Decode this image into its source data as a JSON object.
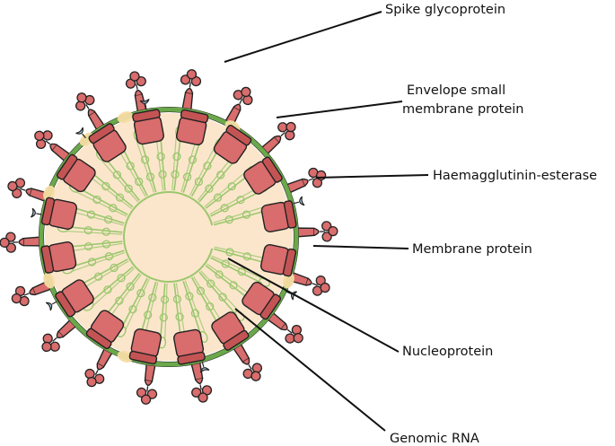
{
  "labels": {
    "spike": "Spike glycoprotein",
    "envelope_line1": "Envelope small",
    "envelope_line2": "membrane protein",
    "he": "Haemagglutinin-esterase",
    "membrane": "Membrane protein",
    "nucleo": "Nucleoprotein",
    "rna": "Genomic RNA"
  },
  "colors": {
    "interior": "#fbe6cc",
    "envelope": "#6aa84a",
    "protein_fill": "#d96c6c",
    "protein_dark": "#c45454",
    "e_protein": "#f6dca2",
    "he_protein": "#a9d3e9",
    "rna": "#9cc76e",
    "outline": "#222222"
  },
  "counts": {
    "spikes": 18,
    "membrane_proteins": 16,
    "rna_coils": 30
  }
}
